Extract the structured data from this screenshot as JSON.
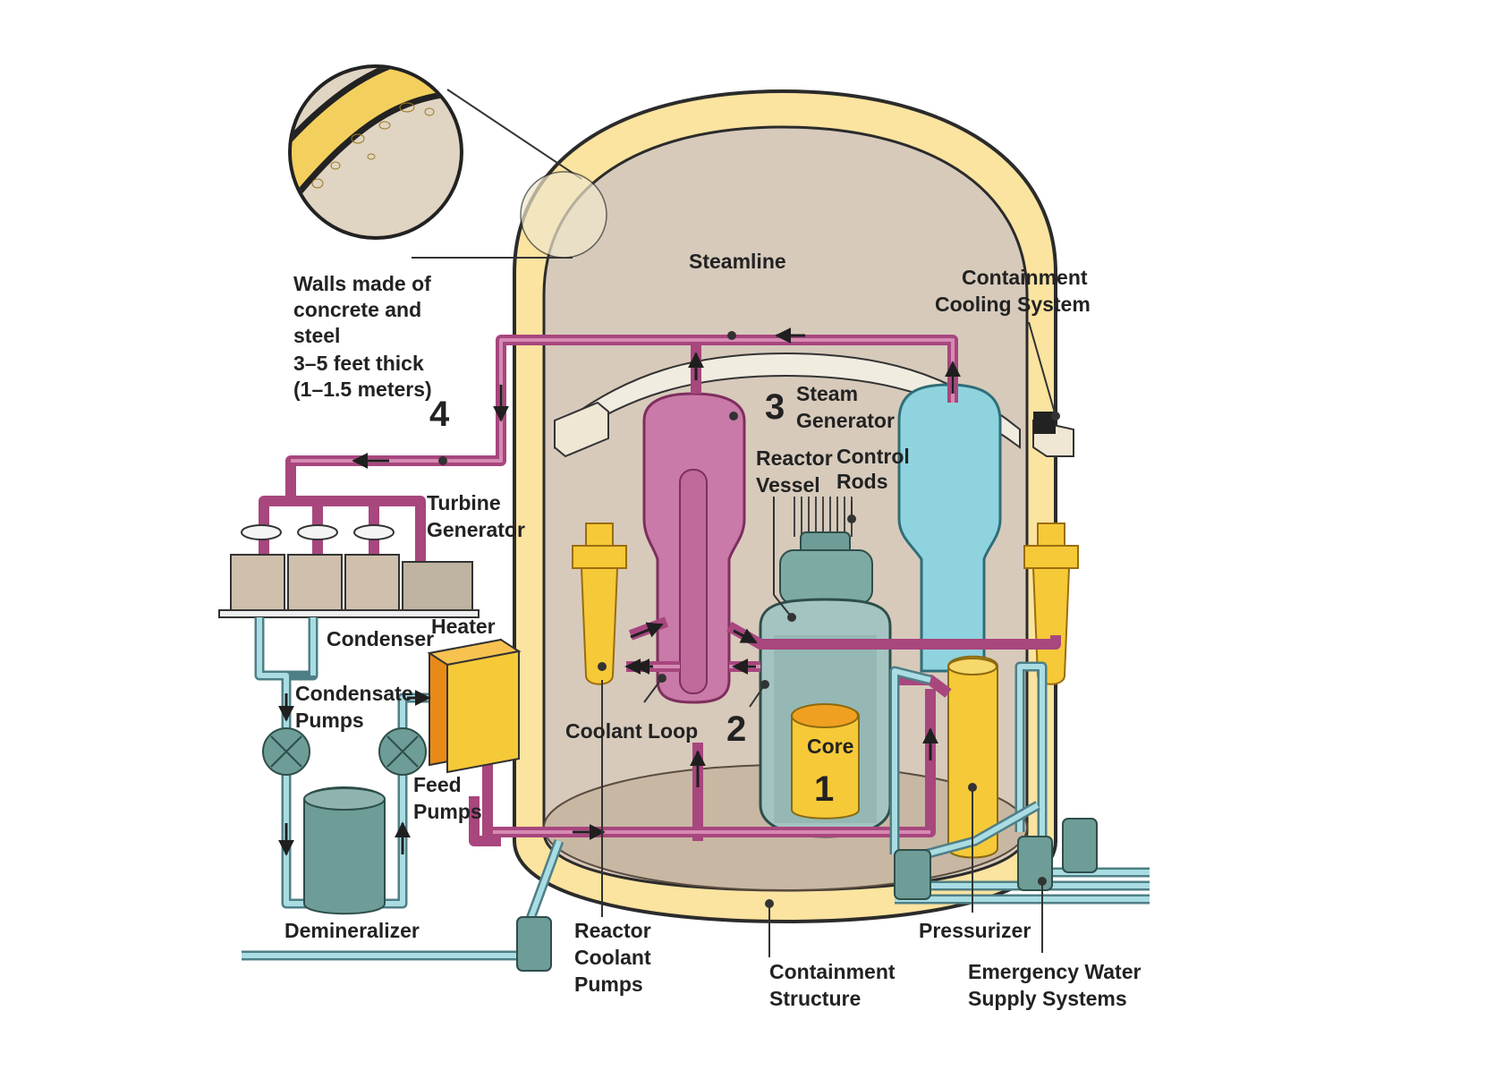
{
  "labels": {
    "walls": [
      "Walls made of",
      "concrete and",
      "steel",
      "3–5 feet thick",
      "(1–1.5 meters)"
    ],
    "steamline": "Steamline",
    "containment_cooling": [
      "Containment",
      "Cooling System"
    ],
    "steam_generator": [
      "Steam",
      "Generator"
    ],
    "reactor_vessel": [
      "Reactor",
      "Vessel"
    ],
    "control_rods": [
      "Control",
      "Rods"
    ],
    "turbine_generator": [
      "Turbine",
      "Generator"
    ],
    "condenser": "Condenser",
    "heater": "Heater",
    "condensate_pumps": [
      "Condensate",
      "Pumps"
    ],
    "coolant_loop": "Coolant Loop",
    "core": "Core",
    "feed_pumps": [
      "Feed",
      "Pumps"
    ],
    "demineralizer": "Demineralizer",
    "reactor_coolant_pumps": [
      "Reactor",
      "Coolant",
      "Pumps"
    ],
    "containment_structure": [
      "Containment",
      "Structure"
    ],
    "pressurizer": "Pressurizer",
    "emergency_water": [
      "Emergency Water",
      "Supply Systems"
    ]
  },
  "numbers": {
    "n1": "1",
    "n2": "2",
    "n3": "3",
    "n4": "4"
  },
  "colors": {
    "pipe_pink": "#a8467e",
    "pipe_blue": "#a9dce3",
    "wall_yellow": "#fbe3a0",
    "interior": "#d7cabb",
    "core_yellow": "#f6c938",
    "vessel_teal": "#6e9d98"
  }
}
